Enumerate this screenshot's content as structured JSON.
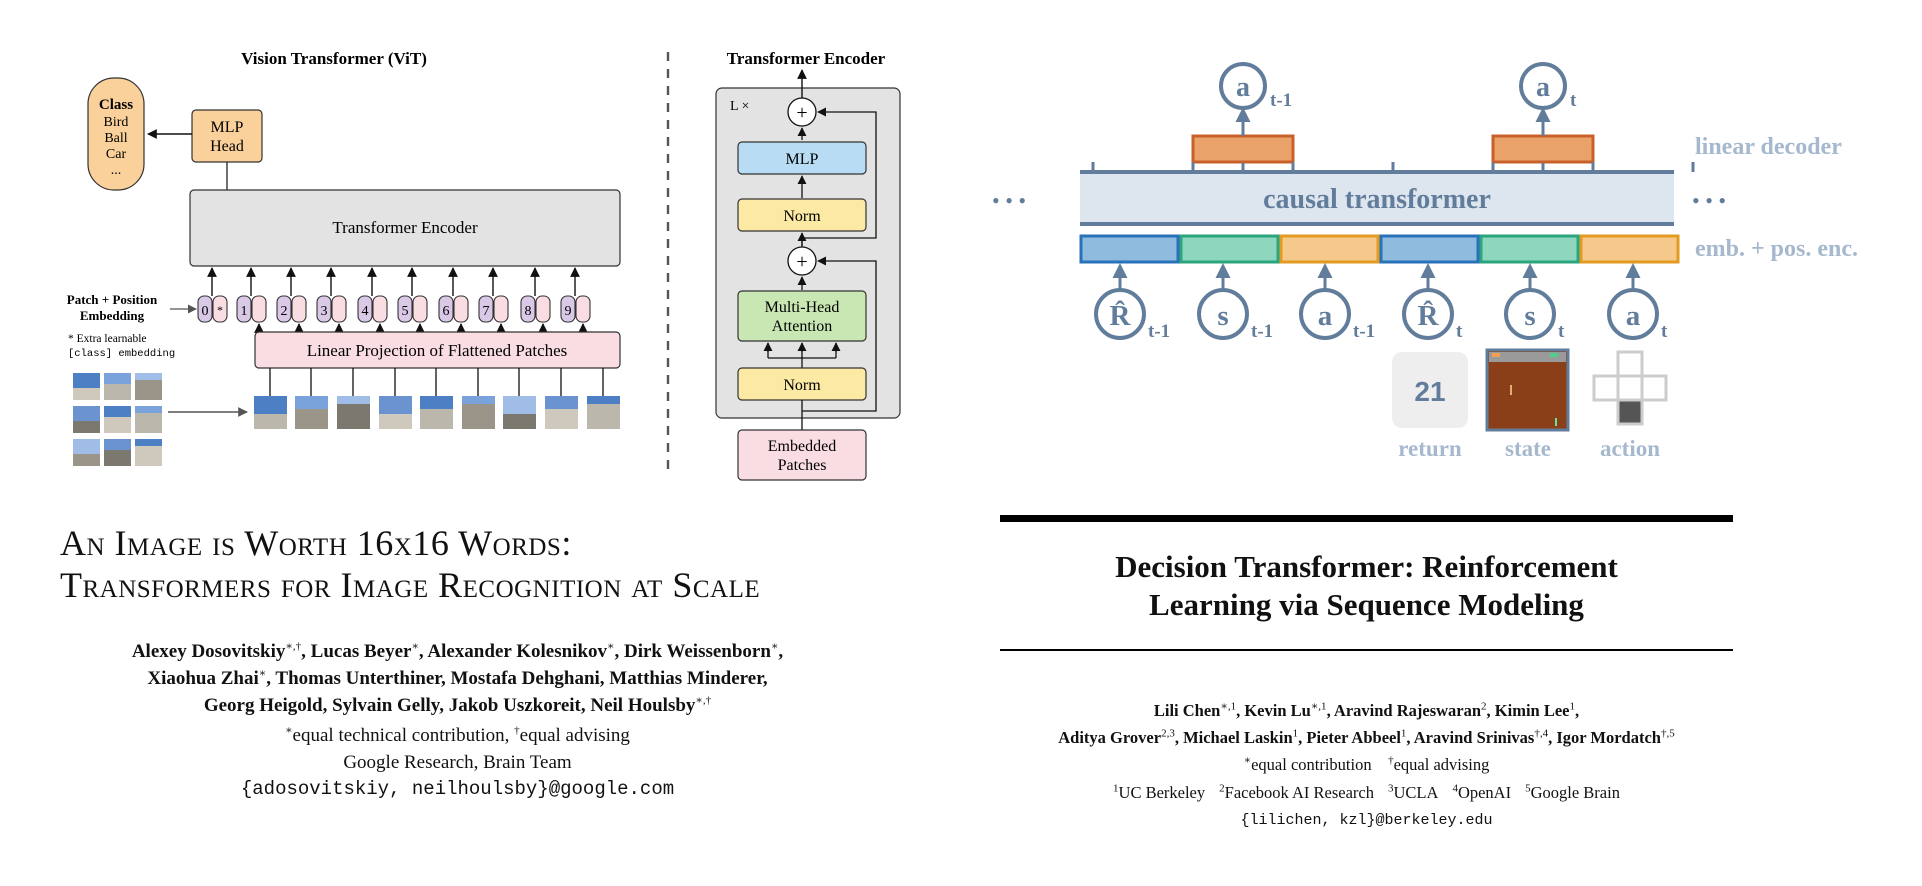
{
  "vit": {
    "figure": {
      "vit_title": "Vision Transformer (ViT)",
      "encoder_title": "Transformer Encoder",
      "class_box": {
        "title": "Class",
        "items": [
          "Bird",
          "Ball",
          "Car",
          "..."
        ]
      },
      "mlp_head": [
        "MLP",
        "Head"
      ],
      "transformer_encoder": "Transformer Encoder",
      "patch_embedding_label": [
        "Patch + Position",
        "Embedding"
      ],
      "extra_learnable_note": [
        "* Extra learnable",
        "[class] embedding"
      ],
      "position_tokens": [
        "0",
        "*",
        "1",
        "2",
        "3",
        "4",
        "5",
        "6",
        "7",
        "8",
        "9"
      ],
      "linear_projection": "Linear Projection of Flattened Patches",
      "encoder_block": {
        "repeat": "L ×",
        "mlp": "MLP",
        "norm_top": "Norm",
        "attention": [
          "Multi-Head",
          "Attention"
        ],
        "norm_bottom": "Norm",
        "embedded_patches": [
          "Embedded",
          "Patches"
        ],
        "plus": "+"
      }
    },
    "title_lines": [
      "An Image is Worth 16x16 Words:",
      "Transformers for Image Recognition at Scale"
    ],
    "authors_lines": [
      [
        {
          "n": "Alexey Dosovitskiy",
          "s": "∗,†"
        },
        {
          "n": ", Lucas Beyer",
          "s": "∗"
        },
        {
          "n": ", Alexander Kolesnikov",
          "s": "∗"
        },
        {
          "n": ", Dirk Weissenborn",
          "s": "∗"
        },
        {
          "n": ",",
          "s": ""
        }
      ],
      [
        {
          "n": "Xiaohua Zhai",
          "s": "∗"
        },
        {
          "n": ", Thomas Unterthiner, Mostafa Dehghani, Matthias Minderer,",
          "s": ""
        }
      ],
      [
        {
          "n": "Georg Heigold, Sylvain Gelly, Jakob Uszkoreit, Neil Houlsby",
          "s": "∗,†"
        }
      ]
    ],
    "equal_contribution": {
      "mark1": "∗",
      "text1": "equal technical contribution, ",
      "mark2": "†",
      "text2": "equal advising"
    },
    "affiliation": "Google Research, Brain Team",
    "email": "{adosovitskiy, neilhoulsby}@google.com"
  },
  "dt": {
    "figure": {
      "actions_top": [
        {
          "sym": "a",
          "sub": "t-1"
        },
        {
          "sym": "a",
          "sub": "t"
        }
      ],
      "linear_decoder": "linear decoder",
      "causal_transformer": "causal transformer",
      "ellipsis": "• • •",
      "emb_label": "emb. + pos. enc.",
      "inputs": [
        {
          "sym": "R̂",
          "sub": "t-1"
        },
        {
          "sym": "s",
          "sub": "t-1"
        },
        {
          "sym": "a",
          "sub": "t-1"
        },
        {
          "sym": "R̂",
          "sub": "t"
        },
        {
          "sym": "s",
          "sub": "t"
        },
        {
          "sym": "a",
          "sub": "t"
        }
      ],
      "return_value": "21",
      "captions": [
        "return",
        "state",
        "action"
      ],
      "colors": {
        "blue": "#2a72b8",
        "blue_fill": "#8fbbdf",
        "green": "#2aa57d",
        "green_fill": "#8fd6be",
        "orange": "#e39a22",
        "orange_fill": "#f4c98b",
        "decoder": "#e8a26a",
        "accent": "#627d9b",
        "label": "#a5b8ce"
      }
    },
    "title_lines": [
      "Decision Transformer: Reinforcement",
      "Learning via Sequence Modeling"
    ],
    "authors_lines": [
      [
        {
          "n": "Lili Chen",
          "s": "∗,1"
        },
        {
          "n": ", Kevin Lu",
          "s": "∗,1"
        },
        {
          "n": ", Aravind Rajeswaran",
          "s": "2"
        },
        {
          "n": ", Kimin Lee",
          "s": "1"
        },
        {
          "n": ",",
          "s": ""
        }
      ],
      [
        {
          "n": "Aditya Grover",
          "s": "2,3"
        },
        {
          "n": ", Michael Laskin",
          "s": "1"
        },
        {
          "n": ", Pieter Abbeel",
          "s": "1"
        },
        {
          "n": ", Aravind Srinivas",
          "s": "†,4"
        },
        {
          "n": ", Igor Mordatch",
          "s": "†,5"
        }
      ]
    ],
    "equal_contribution": {
      "mark1": "∗",
      "text1": "equal contribution",
      "mark2": "†",
      "text2": "equal advising"
    },
    "affiliations": [
      {
        "s": "1",
        "n": "UC Berkeley"
      },
      {
        "s": "2",
        "n": "Facebook AI Research"
      },
      {
        "s": "3",
        "n": "UCLA"
      },
      {
        "s": "4",
        "n": "OpenAI"
      },
      {
        "s": "5",
        "n": "Google Brain"
      }
    ],
    "email": "{lilichen, kzl}@berkeley.edu"
  }
}
